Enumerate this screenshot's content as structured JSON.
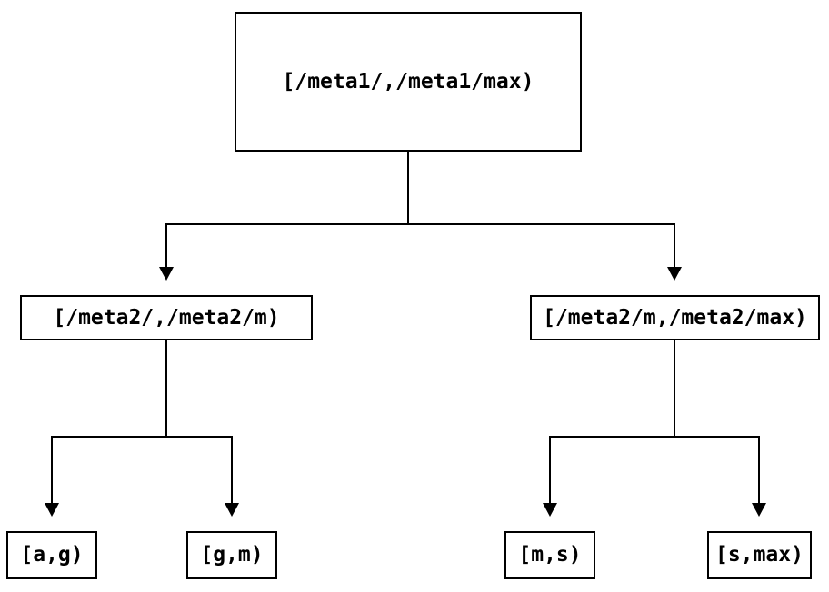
{
  "diagram": {
    "type": "tree",
    "nodes": {
      "root": {
        "id": "root",
        "label": "[/meta1/,/meta1/max)"
      },
      "mid_left": {
        "id": "mid_left",
        "label": "[/meta2/,/meta2/m)"
      },
      "mid_right": {
        "id": "mid_right",
        "label": "[/meta2/m,/meta2/max)"
      },
      "leaf_ag": {
        "id": "leaf_ag",
        "label": "[a,g)"
      },
      "leaf_gm": {
        "id": "leaf_gm",
        "label": "[g,m)"
      },
      "leaf_ms": {
        "id": "leaf_ms",
        "label": "[m,s)"
      },
      "leaf_smax": {
        "id": "leaf_smax",
        "label": "[s,max)"
      }
    },
    "edges": [
      {
        "from": "root",
        "to": "mid_left"
      },
      {
        "from": "root",
        "to": "mid_right"
      },
      {
        "from": "mid_left",
        "to": "leaf_ag"
      },
      {
        "from": "mid_left",
        "to": "leaf_gm"
      },
      {
        "from": "mid_right",
        "to": "leaf_ms"
      },
      {
        "from": "mid_right",
        "to": "leaf_smax"
      }
    ],
    "colors": {
      "background": "#ffffff",
      "line": "#000000",
      "box_border": "#000000",
      "text": "#000000"
    }
  }
}
